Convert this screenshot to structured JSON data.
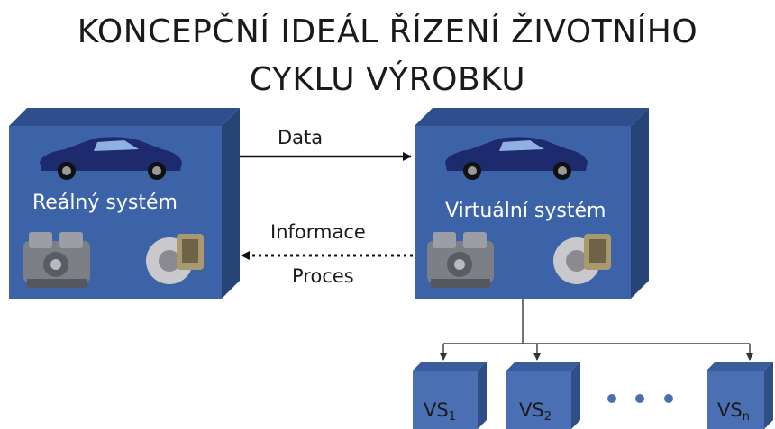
{
  "title": {
    "line1": "KONCEPČNÍ IDEÁL ŘÍZENÍ ŽIVOTNÍHO",
    "line2": "CYKLU VÝROBKU"
  },
  "real_system": {
    "label": "Reálný systém"
  },
  "virtual_system": {
    "label": "Virtuální systém"
  },
  "arrows": {
    "data_label": "Data",
    "info_label": "Informace",
    "process_label": "Proces"
  },
  "vs_boxes": [
    {
      "base": "VS",
      "sub": "1"
    },
    {
      "base": "VS",
      "sub": "2"
    },
    {
      "base": "VS",
      "sub": "n"
    }
  ],
  "ellipsis_dots": 3,
  "colors": {
    "box_front": "#3c62a8",
    "box_top": "#2e4f8c",
    "box_side": "#274477",
    "small_box": "#4a6fb3"
  }
}
